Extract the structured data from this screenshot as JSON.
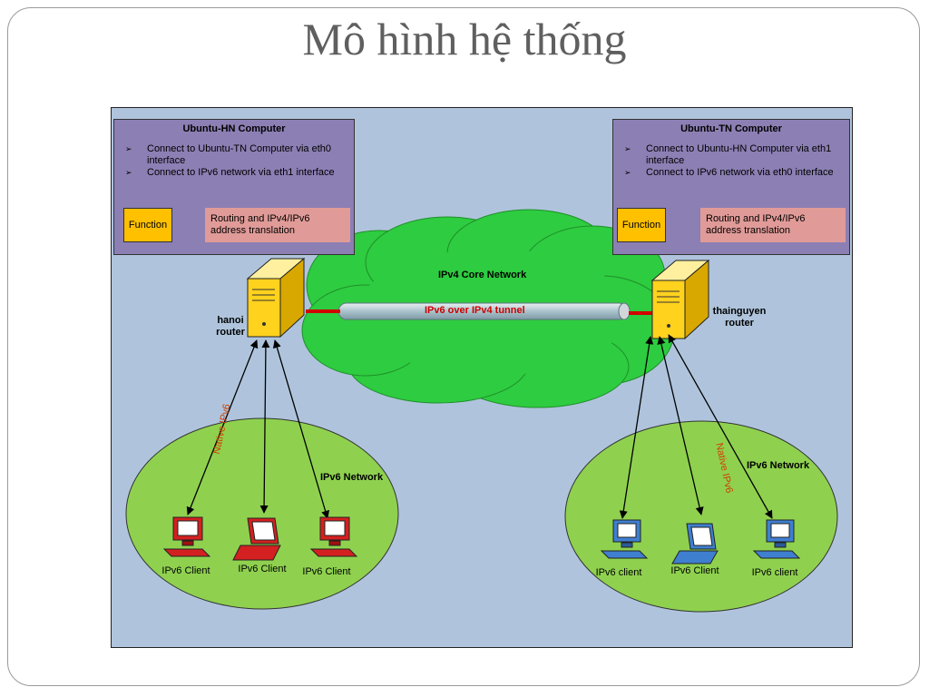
{
  "title": "Mô hình hệ thống",
  "diagram": {
    "left_panel": {
      "title": "Ubuntu-HN Computer",
      "bullets": [
        "Connect to Ubuntu-TN Computer via eth0 interface",
        "Connect to IPv6 network via eth1 interface"
      ],
      "function_label": "Function",
      "routing_label": "Routing and  IPv4/IPv6 address translation"
    },
    "right_panel": {
      "title": "Ubuntu-TN Computer",
      "bullets": [
        "Connect to Ubuntu-HN Computer via eth1 interface",
        "Connect to IPv6 network via eth0 interface"
      ],
      "function_label": "Function",
      "routing_label": "Routing and  IPv4/IPv6 address translation"
    },
    "core_network": "IPv4 Core Network",
    "tunnel": "IPv6 over IPv4 tunnel",
    "left_router": "hanoi router",
    "right_router": "thainguyen router",
    "left_network": {
      "label": "IPv6 Network",
      "link_label": "Native IPv6",
      "clients": [
        "IPv6 Client",
        "IPv6 Client",
        "IPv6 Client"
      ]
    },
    "right_network": {
      "label": "IPv6 Network",
      "link_label": "Native IPv6",
      "clients": [
        "IPv6 client",
        "IPv6 Client",
        "IPv6 client"
      ]
    },
    "colors": {
      "background": "#afc4dc",
      "panel": "#8c7fb4",
      "function_box": "#ffc000",
      "routing_box": "#e09b98",
      "cloud": "#2ecc40",
      "ipv6_network": "#8fd14f",
      "tunnel_label": "#cc0000",
      "native_label": "#d04000",
      "router": "#ffd21e",
      "client_left": "#d42020",
      "client_right": "#3f7fd0"
    }
  }
}
